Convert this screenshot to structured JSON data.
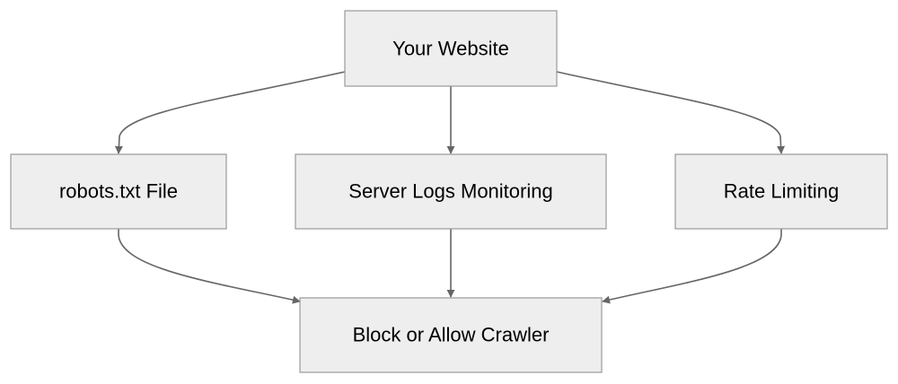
{
  "diagram": {
    "nodes": {
      "website": "Your Website",
      "robots": "robots.txt File",
      "logs": "Server Logs Monitoring",
      "rate": "Rate Limiting",
      "decision": "Block or Allow Crawler"
    },
    "edges": [
      {
        "from": "website",
        "to": "robots"
      },
      {
        "from": "website",
        "to": "logs"
      },
      {
        "from": "website",
        "to": "rate"
      },
      {
        "from": "robots",
        "to": "decision"
      },
      {
        "from": "logs",
        "to": "decision"
      },
      {
        "from": "rate",
        "to": "decision"
      }
    ],
    "colors": {
      "node_fill": "#eeeeee",
      "node_border": "#999999",
      "edge": "#666666",
      "text": "#000000"
    }
  }
}
